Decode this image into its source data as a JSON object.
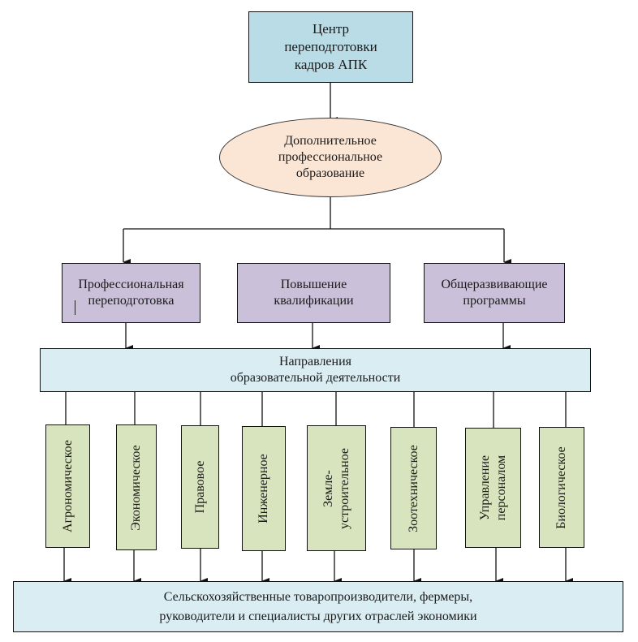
{
  "diagram": {
    "center": {
      "text": "Центр\nпереподготовки\nкадров АПК"
    },
    "dpo": {
      "text": "Дополнительное\nпрофессиональное\nобразование"
    },
    "programs": [
      {
        "text": "Профессиональная\nпереподготовка"
      },
      {
        "text": "Повышение\nквалификации"
      },
      {
        "text": "Общеразвивающие\nпрограммы"
      }
    ],
    "directions_header": {
      "text": "Направления\nобразовательной деятельности"
    },
    "directions": [
      {
        "text": "Агрономическое"
      },
      {
        "text": "Экономическое"
      },
      {
        "text": "Правовое"
      },
      {
        "text": "Инженерное"
      },
      {
        "text": "Земле-\nустроительное"
      },
      {
        "text": "Зоотехническое"
      },
      {
        "text": "Управление\nперсоналом"
      },
      {
        "text": "Биологическое"
      }
    ],
    "audience": {
      "text": "Сельскохозяйственные товаропроизводители, фермеры,\nруководители и специалисты других отраслей экономики"
    },
    "colors": {
      "center_fill": "#b9dce6",
      "ellipse_fill": "#fbe6d6",
      "program_fill": "#cbc0da",
      "direction_fill": "#d8e4bd",
      "header_fill": "#daedf3",
      "audience_fill": "#daedf3"
    }
  }
}
